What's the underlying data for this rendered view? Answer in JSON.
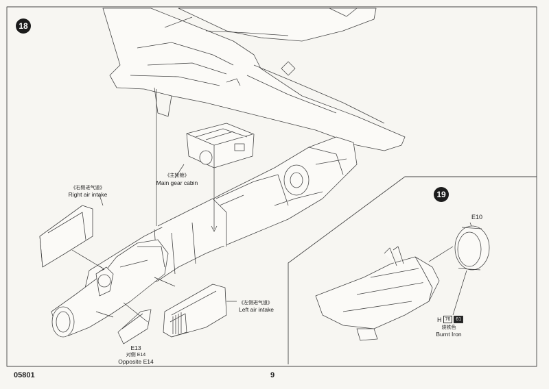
{
  "steps": {
    "step18": "18",
    "step19": "19"
  },
  "labels": {
    "main_gear_cn": "《主轮舱》",
    "main_gear_en": "Main gear cabin",
    "right_intake_cn": "《右侧进气道》",
    "right_intake_en": "Right air intake",
    "left_intake_cn": "《左侧进气道》",
    "left_intake_en": "Left air intake",
    "e13": "E13",
    "e14_cn": "对侧 E14",
    "e14_en": "Opposite E14",
    "e10": "E10"
  },
  "color_code": {
    "letter": "H",
    "code1": "76",
    "code2": "61",
    "name_cn": "烧铁色",
    "name_en": "Burnt Iron"
  },
  "footer": {
    "product_code": "05801",
    "page_number": "9"
  }
}
